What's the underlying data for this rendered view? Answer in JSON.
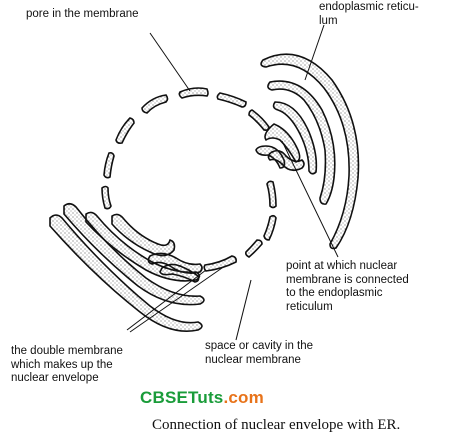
{
  "labels": {
    "pore": "pore in the membrane",
    "er": "endoplasmic reticu-\nlum",
    "connection": "point at which nuclear\nmembrane is connected\nto the endoplasmic\nreticulum",
    "double": "the double membrane\nwhich makes up the\nnuclear envelope",
    "space": "space or cavity in the\nnuclear membrane"
  },
  "logo": {
    "part1": "CBSETuts",
    "part2": ".com"
  },
  "caption": "Connection of nuclear envelope with ER.",
  "colors": {
    "ink": "#111111",
    "stipple": "#333333",
    "logo_green": "#1a9c3a",
    "logo_orange": "#e8731a"
  }
}
